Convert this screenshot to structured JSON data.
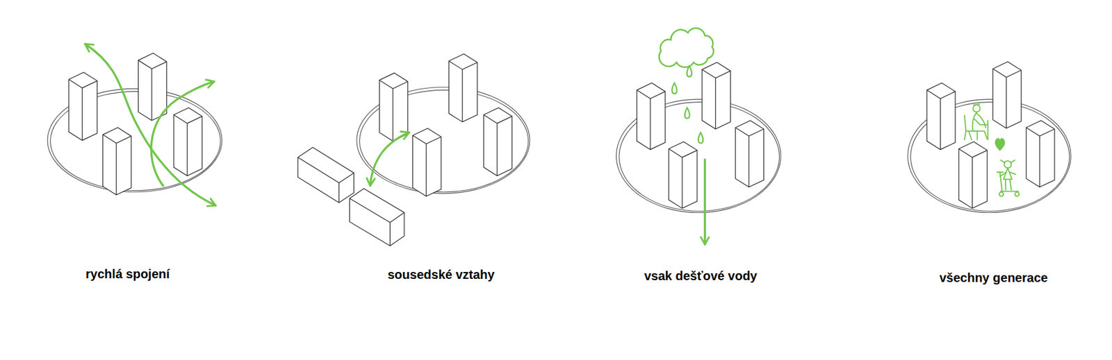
{
  "diagram": {
    "labels": [
      "rychlá spojení",
      "sousedské vztahy",
      "vsak dešťové vody",
      "všechny generace"
    ]
  }
}
